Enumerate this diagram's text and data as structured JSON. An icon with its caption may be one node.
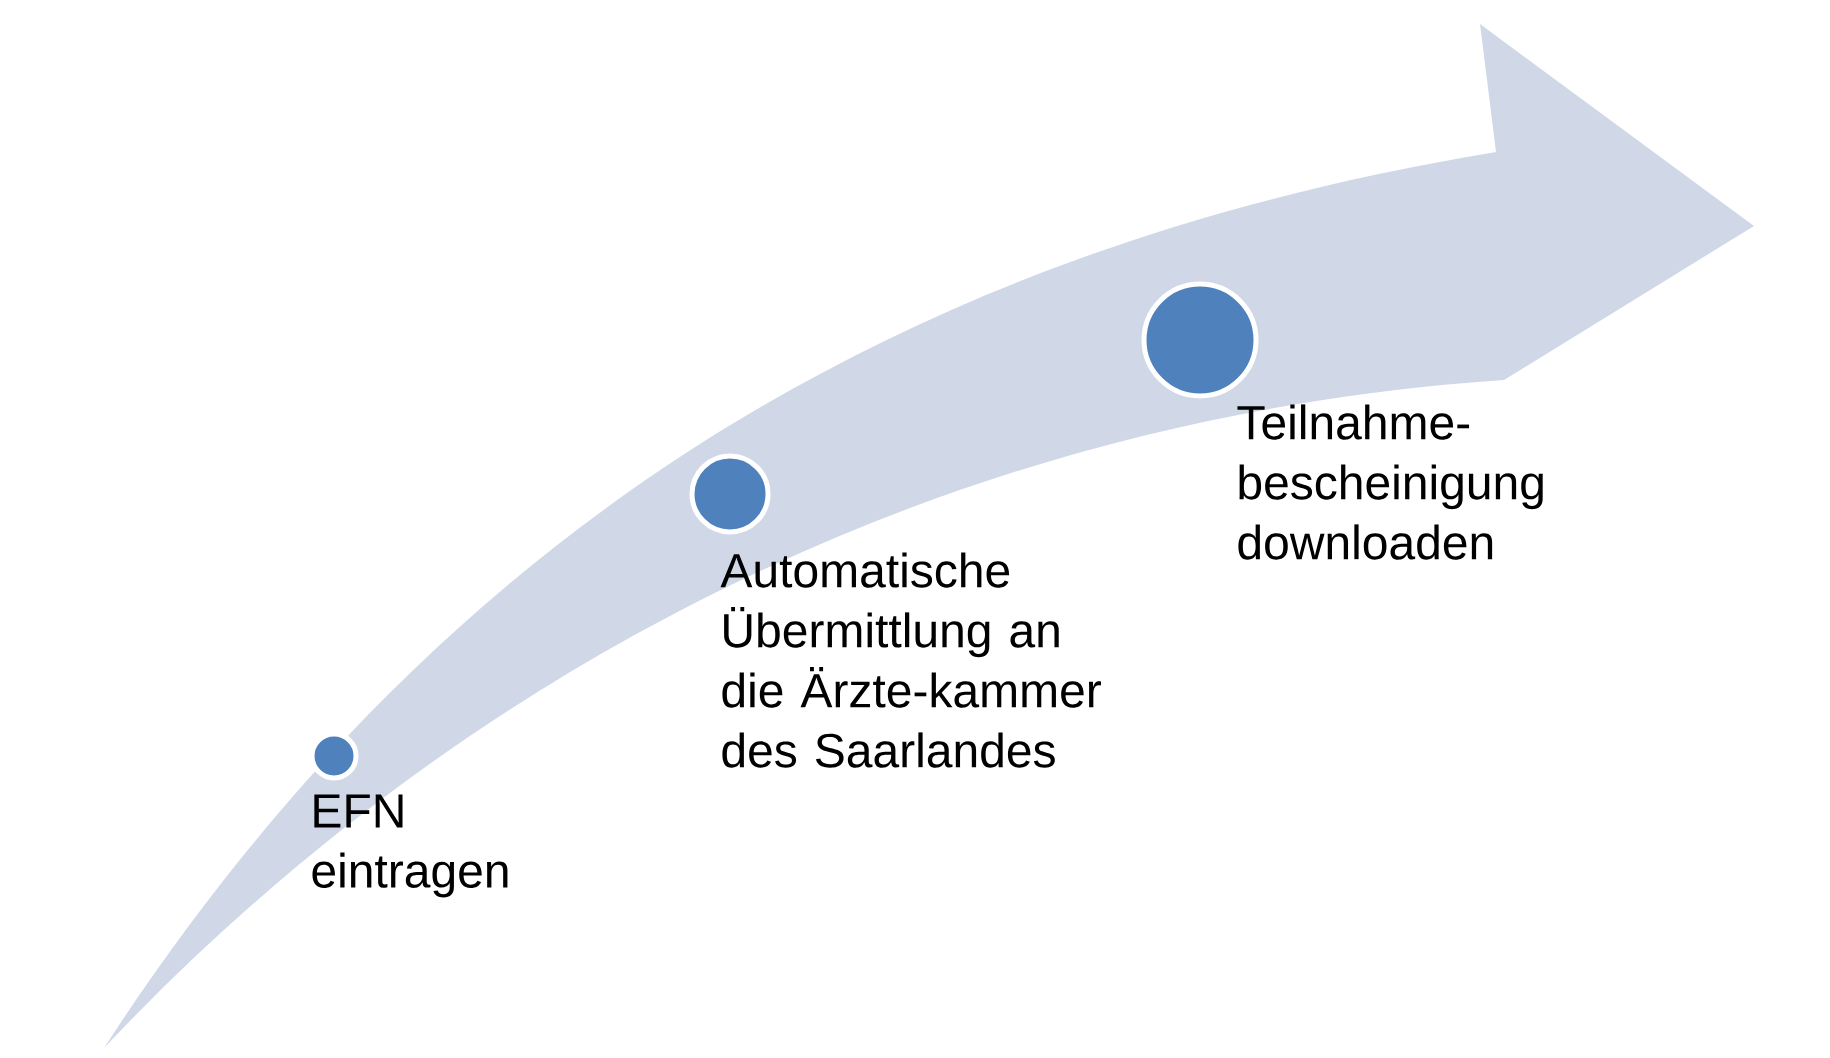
{
  "diagram": {
    "nodes": [
      {
        "text": [],
        "shape": "circle",
        "beside": [
          "EFN eintragen"
        ]
      },
      {
        "text": [],
        "shape": "circle",
        "beside": [
          "Automatische Übermittlung an die Ärzte-kammer des Saarlandes"
        ]
      },
      {
        "text": [],
        "shape": "circle",
        "beside": [
          "Teilnahme-bescheinigung downloaden"
        ]
      }
    ]
  }
}
